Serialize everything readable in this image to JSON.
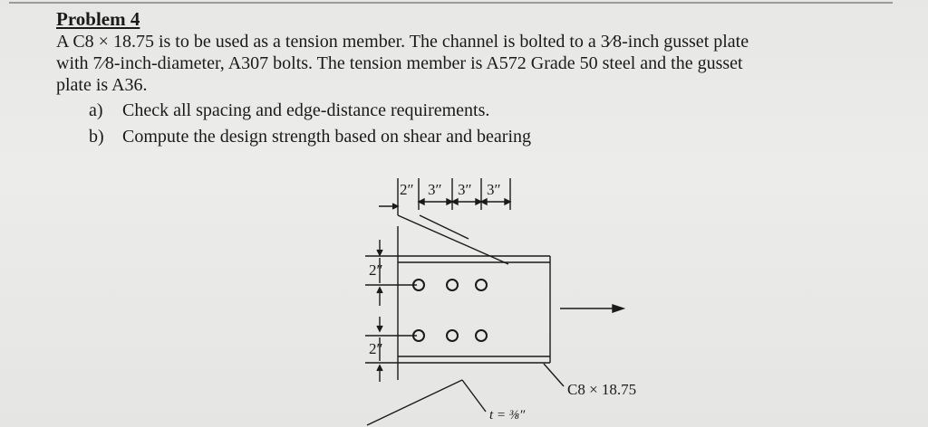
{
  "problem": {
    "title": "Problem 4",
    "statement_lines": [
      "A C8 × 18.75 is to be used as a tension member. The channel is bolted to a 3⁄8-inch gusset plate",
      "with 7⁄8-inch-diameter, A307 bolts. The tension member is A572 Grade 50 steel and the gusset",
      "plate is A36."
    ],
    "tasks": [
      {
        "marker": "a)",
        "text": "Check all spacing and edge-distance requirements."
      },
      {
        "marker": "b)",
        "text": "Compute the design strength based on shear and bearing"
      }
    ]
  },
  "figure": {
    "dims_horizontal": [
      "2″",
      "3″",
      "3″",
      "3″"
    ],
    "dims_vertical": [
      "2″",
      "2″"
    ],
    "section_label": "C8 × 18.75",
    "thickness_label": "t = ⅜″",
    "bolt_rows": 2,
    "bolts_per_row": 3
  }
}
